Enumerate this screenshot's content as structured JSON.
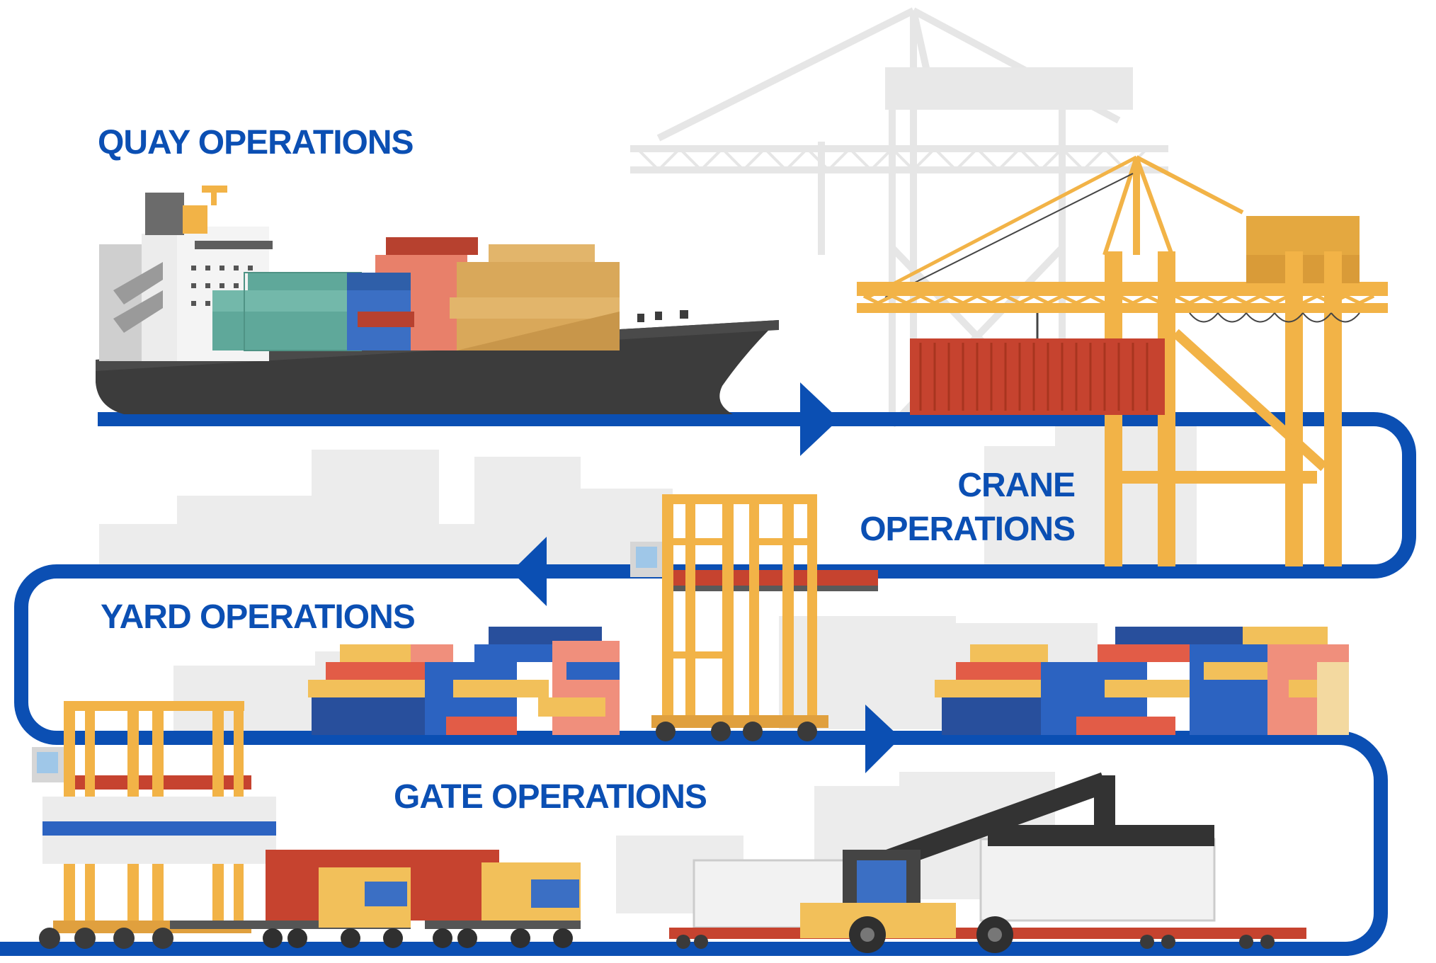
{
  "sections": {
    "quay": {
      "title": "QUAY OPERATIONS"
    },
    "crane": {
      "title_line1": "CRANE",
      "title_line2": "OPERATIONS"
    },
    "yard": {
      "title": "YARD OPERATIONS"
    },
    "gate": {
      "title": "GATE OPERATIONS"
    }
  },
  "colors": {
    "flow_path": "#0b4fb3",
    "label_text": "#0b4fb3",
    "crane_yellow": "#f2b347",
    "ship_hull": "#3c3c3c",
    "background_silhouette": "#ececec"
  },
  "icons": [
    "container-ship-icon",
    "ship-to-shore-crane-icon",
    "rubber-tyred-gantry-crane-icon",
    "container-stack-icon",
    "container-truck-icon",
    "reach-stacker-icon",
    "rail-wagon-icon",
    "flow-arrow-icon"
  ]
}
